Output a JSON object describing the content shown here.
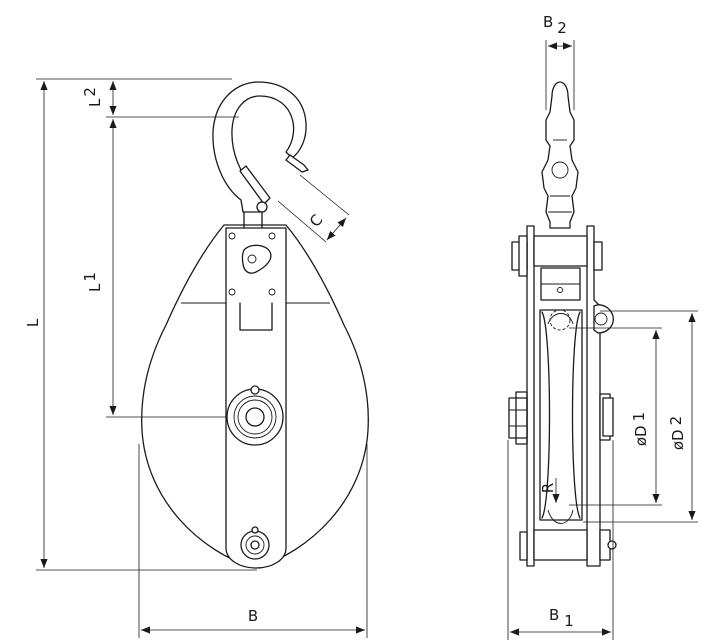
{
  "labels": {
    "B2_main": "B",
    "B2_sub": "2",
    "L2_main": "L",
    "L2_sub": "2",
    "L1_main": "L",
    "L1_sub": "1",
    "L": "L",
    "C": "C",
    "B": "B",
    "B1_main": "B",
    "B1_sub": "1",
    "D1_main": "øD",
    "D1_sub": "1",
    "D2_main": "øD",
    "D2_sub": "2",
    "R": "R"
  }
}
